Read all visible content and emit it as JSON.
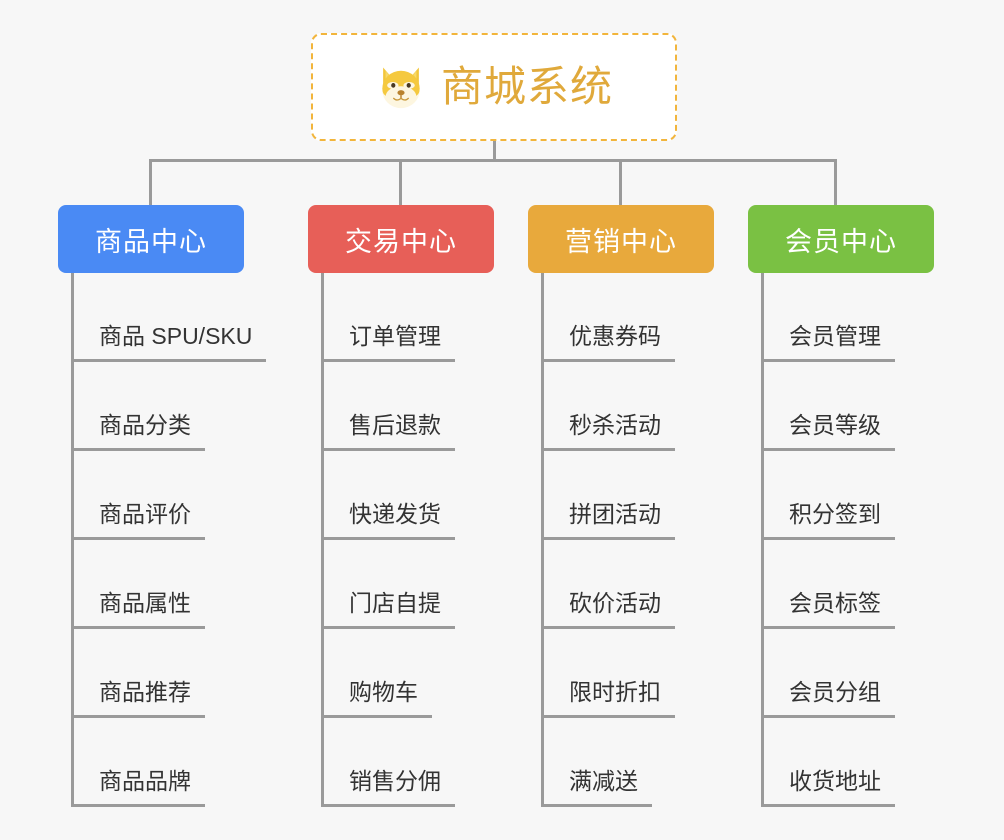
{
  "page": {
    "background_color": "#f7f7f7",
    "line_color": "#9a9a9a"
  },
  "root": {
    "title": "商城系统",
    "icon": "shiba-dog-face-emoji",
    "border_color": "#f2b53c",
    "text_color": "#e0a93b"
  },
  "columns": [
    {
      "header": "商品中心",
      "color": "#4a8af4",
      "items": [
        "商品 SPU/SKU",
        "商品分类",
        "商品评价",
        "商品属性",
        "商品推荐",
        "商品品牌"
      ]
    },
    {
      "header": "交易中心",
      "color": "#e75f58",
      "items": [
        "订单管理",
        "售后退款",
        "快递发货",
        "门店自提",
        "购物车",
        "销售分佣"
      ]
    },
    {
      "header": "营销中心",
      "color": "#e8a93c",
      "items": [
        "优惠券码",
        "秒杀活动",
        "拼团活动",
        "砍价活动",
        "限时折扣",
        "满减送"
      ]
    },
    {
      "header": "会员中心",
      "color": "#7ac143",
      "items": [
        "会员管理",
        "会员等级",
        "积分签到",
        "会员标签",
        "会员分组",
        "收货地址"
      ]
    }
  ]
}
